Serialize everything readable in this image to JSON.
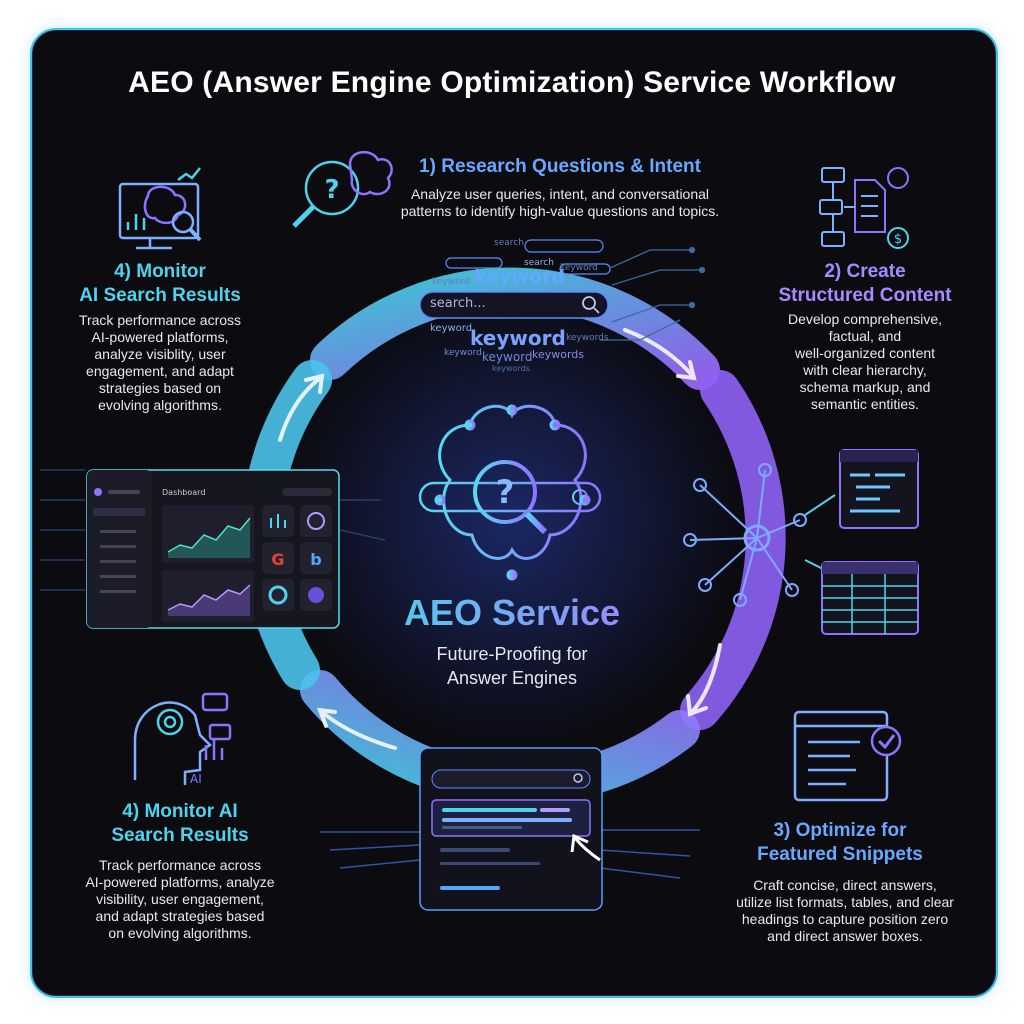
{
  "title": "AEO (Answer Engine Optimization) Service Workflow",
  "center": {
    "title": "AEO Service",
    "subtitle_line1": "Future-Proofing for",
    "subtitle_line2": "Answer Engines"
  },
  "steps": [
    {
      "heading": "1) Research Questions & Intent",
      "desc_lines": [
        "Analyze user queries, intent, and conversational",
        "patterns to identify high-value questions and topics."
      ]
    },
    {
      "heading_line1": "2) Create",
      "heading_line2": "Structured Content",
      "desc_lines": [
        "Develop comprehensive,",
        "factual, and",
        "well-organized content",
        "with clear hierarchy,",
        "schema markup, and",
        "semantic entities."
      ]
    },
    {
      "heading_line1": "3) Optimize for",
      "heading_line2": "Featured Snippets",
      "desc_lines": [
        "Craft concise, direct answers,",
        "utilize list formats, tables, and clear",
        "headings to capture position zero",
        "and direct answer boxes."
      ]
    },
    {
      "heading_line1": "4) Monitor AI",
      "heading_line2": "Search Results",
      "desc_lines": [
        "Track performance across",
        "AI-powered platforms, analyze",
        "visibility, user engagement,",
        "and adapt strategies based",
        "on evolving algorithms."
      ]
    },
    {
      "heading_line1": "4) Monitor",
      "heading_line2": "AI Search Results",
      "desc_lines": [
        "Track performance across",
        "AI-powered platforms,",
        "analyze visiblity, user",
        "engagement, and adapt",
        "strategies based on",
        "evolving algorithms."
      ]
    }
  ],
  "search_cloud": {
    "search_placeholder": "search...",
    "words": [
      "search",
      "keyword",
      "search",
      "keyword",
      "keyword",
      "keyword",
      "keyword",
      "keywords",
      "keywords",
      "keyword",
      "keyword",
      "keywords"
    ]
  },
  "dashboard": {
    "title": "Dashboard",
    "ai_label": "AI"
  },
  "colors": {
    "cyan": "#4fd2ec",
    "purple": "#a88bff",
    "background": "#0b0b10"
  },
  "icons": [
    "brain-magnifier-icon",
    "flowchart-document-icon",
    "checklist-document-icon",
    "ai-robot-head-icon",
    "analytics-monitor-icon",
    "brain-search-icon",
    "network-node-icon"
  ]
}
